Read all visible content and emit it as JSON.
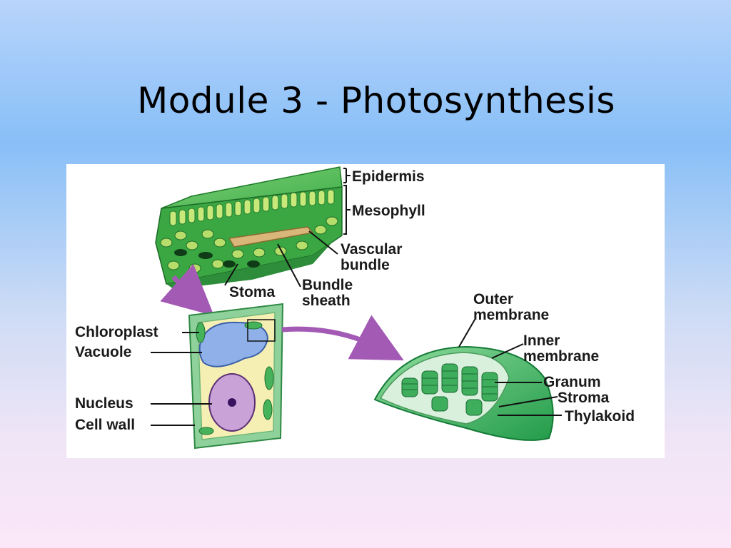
{
  "slide": {
    "title": "Module 3 - Photosynthesis"
  },
  "diagram": {
    "leaf_labels": {
      "epidermis": "Epidermis",
      "mesophyll": "Mesophyll",
      "vascular_bundle_1": "Vascular",
      "vascular_bundle_2": "bundle",
      "stoma": "Stoma",
      "bundle_sheath_1": "Bundle",
      "bundle_sheath_2": "sheath"
    },
    "cell_labels": {
      "chloroplast": "Chloroplast",
      "vacuole": "Vacuole",
      "nucleus": "Nucleus",
      "cell_wall": "Cell wall"
    },
    "chloroplast_labels": {
      "outer_membrane_1": "Outer",
      "outer_membrane_2": "membrane",
      "inner_membrane_1": "Inner",
      "inner_membrane_2": "membrane",
      "granum": "Granum",
      "stroma": "Stroma",
      "thylakoid": "Thylakoid"
    },
    "colors": {
      "leaf_green": "#2fa33a",
      "cell_wall_green": "#8fd19a",
      "vacuole_blue": "#8fb0e8",
      "nucleus_purple": "#c9a3d8",
      "arrow_purple": "#a35ab5",
      "chloroplast_green": "#3daa5a"
    }
  }
}
